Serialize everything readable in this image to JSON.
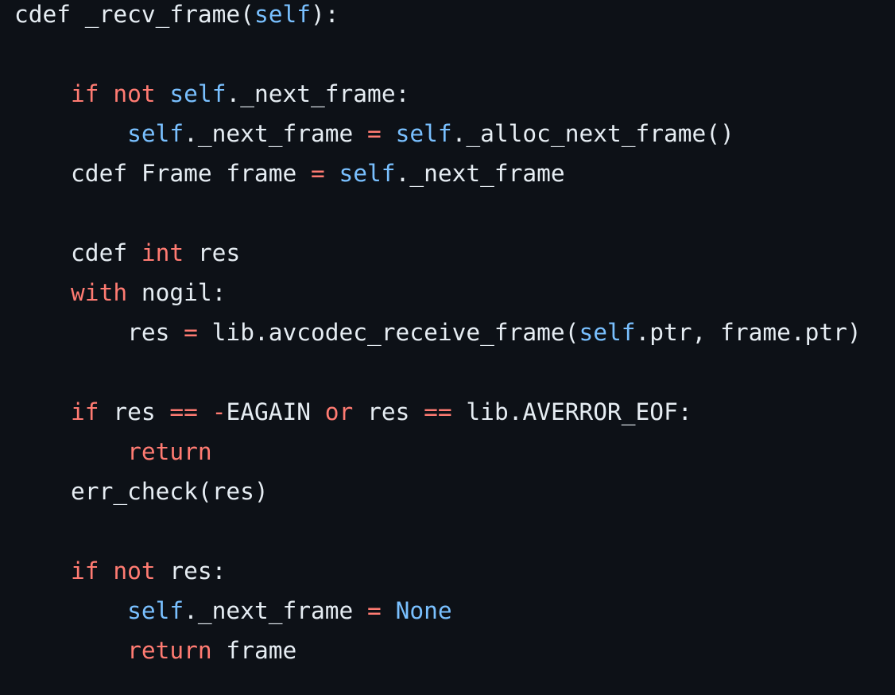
{
  "colors": {
    "background": "#0d1117",
    "text": "#e6edf3",
    "keyword": "#ff7b72",
    "self": "#79c0ff",
    "constant": "#79c0ff"
  },
  "code": {
    "lines": [
      {
        "indent": 0,
        "tokens": [
          {
            "t": "cdef _recv_frame(",
            "k": "id"
          },
          {
            "t": "self",
            "k": "self"
          },
          {
            "t": "):",
            "k": "id"
          }
        ]
      },
      {
        "indent": 0,
        "tokens": []
      },
      {
        "indent": 1,
        "tokens": [
          {
            "t": "if",
            "k": "kw"
          },
          {
            "t": " ",
            "k": "id"
          },
          {
            "t": "not",
            "k": "kw"
          },
          {
            "t": " ",
            "k": "id"
          },
          {
            "t": "self",
            "k": "self"
          },
          {
            "t": "._next_frame:",
            "k": "id"
          }
        ]
      },
      {
        "indent": 2,
        "tokens": [
          {
            "t": "self",
            "k": "self"
          },
          {
            "t": "._next_frame ",
            "k": "id"
          },
          {
            "t": "=",
            "k": "op"
          },
          {
            "t": " ",
            "k": "id"
          },
          {
            "t": "self",
            "k": "self"
          },
          {
            "t": "._alloc_next_frame()",
            "k": "id"
          }
        ]
      },
      {
        "indent": 1,
        "tokens": [
          {
            "t": "cdef Frame frame ",
            "k": "id"
          },
          {
            "t": "=",
            "k": "op"
          },
          {
            "t": " ",
            "k": "id"
          },
          {
            "t": "self",
            "k": "self"
          },
          {
            "t": "._next_frame",
            "k": "id"
          }
        ]
      },
      {
        "indent": 0,
        "tokens": []
      },
      {
        "indent": 1,
        "tokens": [
          {
            "t": "cdef ",
            "k": "id"
          },
          {
            "t": "int",
            "k": "kw"
          },
          {
            "t": " res",
            "k": "id"
          }
        ]
      },
      {
        "indent": 1,
        "tokens": [
          {
            "t": "with",
            "k": "kw"
          },
          {
            "t": " nogil:",
            "k": "id"
          }
        ]
      },
      {
        "indent": 2,
        "tokens": [
          {
            "t": "res ",
            "k": "id"
          },
          {
            "t": "=",
            "k": "op"
          },
          {
            "t": " lib.avcodec_receive_frame(",
            "k": "id"
          },
          {
            "t": "self",
            "k": "self"
          },
          {
            "t": ".ptr, frame.ptr)",
            "k": "id"
          }
        ]
      },
      {
        "indent": 0,
        "tokens": []
      },
      {
        "indent": 1,
        "tokens": [
          {
            "t": "if",
            "k": "kw"
          },
          {
            "t": " res ",
            "k": "id"
          },
          {
            "t": "==",
            "k": "op"
          },
          {
            "t": " ",
            "k": "id"
          },
          {
            "t": "-",
            "k": "op"
          },
          {
            "t": "EAGAIN ",
            "k": "id"
          },
          {
            "t": "or",
            "k": "kw"
          },
          {
            "t": " res ",
            "k": "id"
          },
          {
            "t": "==",
            "k": "op"
          },
          {
            "t": " lib.AVERROR_EOF:",
            "k": "id"
          }
        ]
      },
      {
        "indent": 2,
        "tokens": [
          {
            "t": "return",
            "k": "kw"
          }
        ]
      },
      {
        "indent": 1,
        "tokens": [
          {
            "t": "err_check(res)",
            "k": "id"
          }
        ]
      },
      {
        "indent": 0,
        "tokens": []
      },
      {
        "indent": 1,
        "tokens": [
          {
            "t": "if",
            "k": "kw"
          },
          {
            "t": " ",
            "k": "id"
          },
          {
            "t": "not",
            "k": "kw"
          },
          {
            "t": " res:",
            "k": "id"
          }
        ]
      },
      {
        "indent": 2,
        "tokens": [
          {
            "t": "self",
            "k": "self"
          },
          {
            "t": "._next_frame ",
            "k": "id"
          },
          {
            "t": "=",
            "k": "op"
          },
          {
            "t": " ",
            "k": "id"
          },
          {
            "t": "None",
            "k": "const"
          }
        ]
      },
      {
        "indent": 2,
        "tokens": [
          {
            "t": "return",
            "k": "kw"
          },
          {
            "t": " frame",
            "k": "id"
          }
        ]
      }
    ]
  }
}
